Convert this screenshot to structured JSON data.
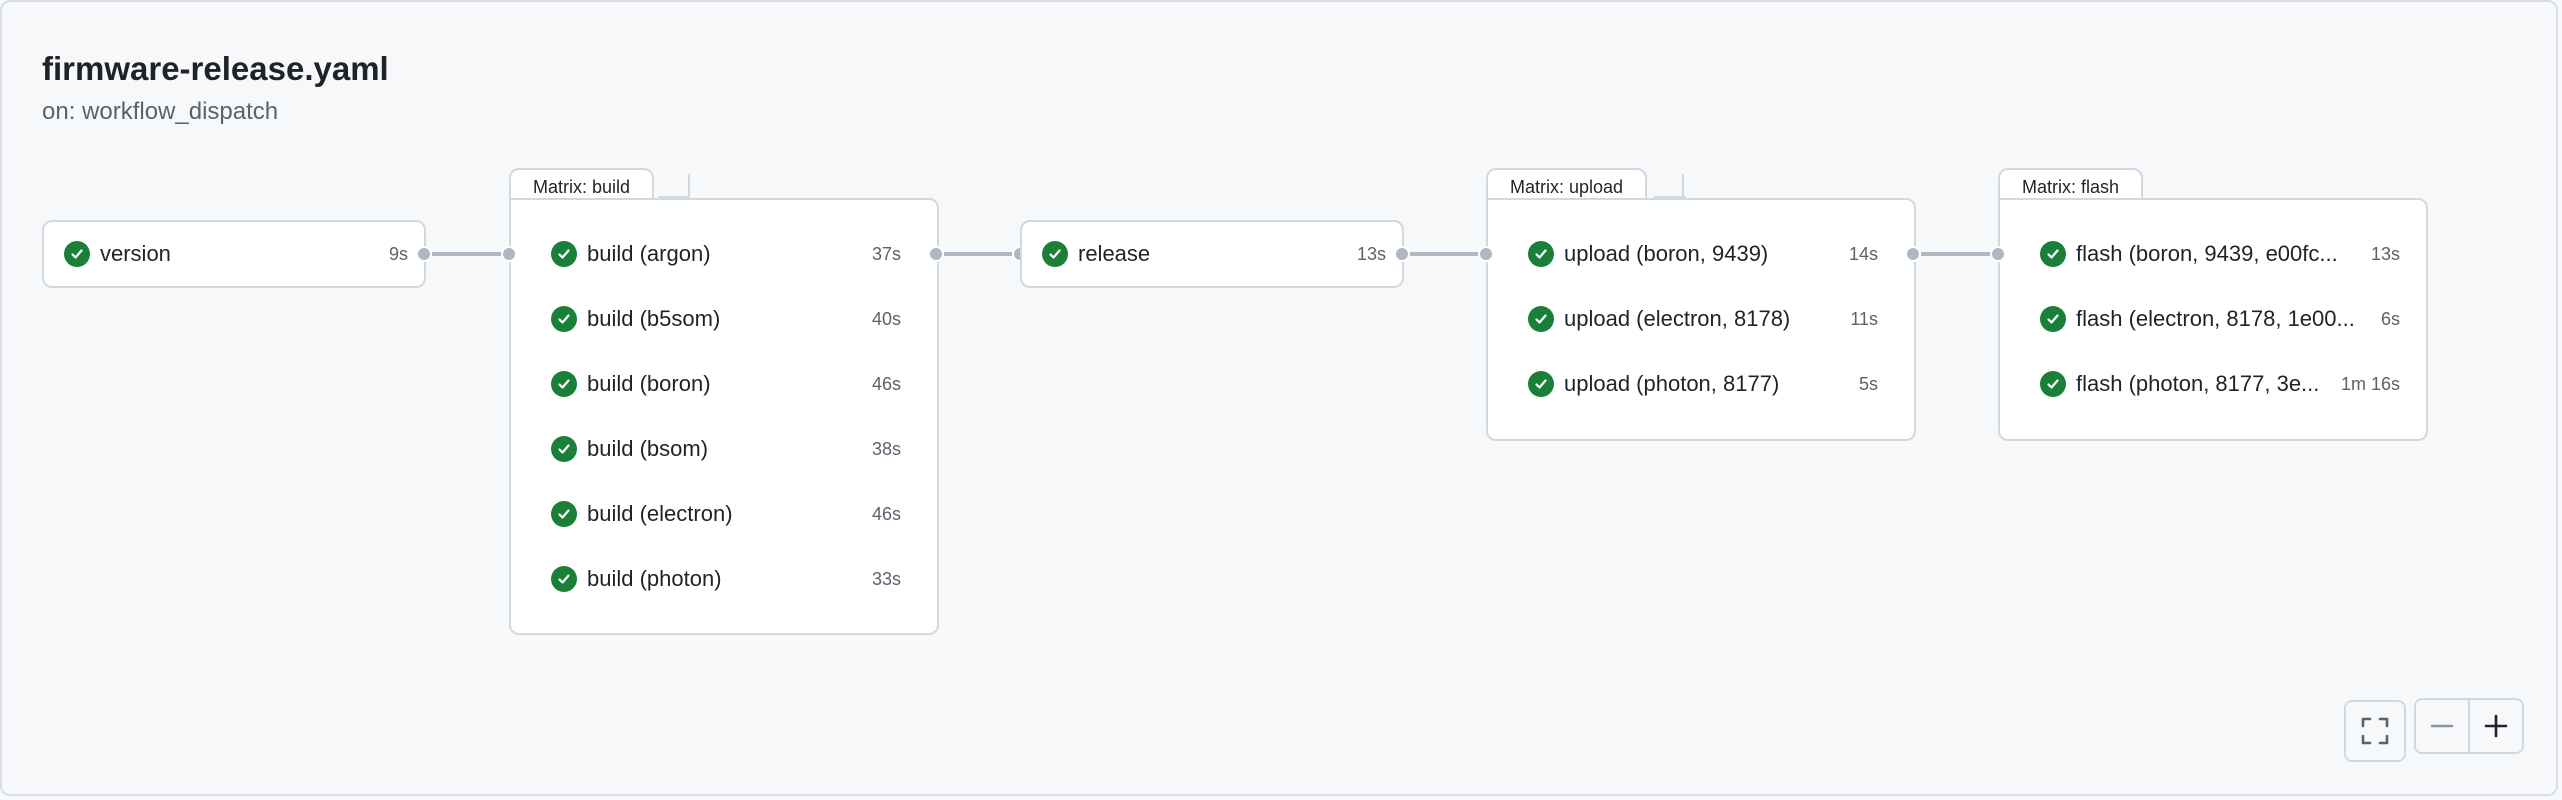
{
  "workflow": {
    "title": "firmware-release.yaml",
    "subtitle": "on: workflow_dispatch"
  },
  "jobs": {
    "version": {
      "name": "version",
      "time": "9s",
      "status": "success"
    },
    "release": {
      "name": "release",
      "time": "13s",
      "status": "success"
    }
  },
  "matrix_build": {
    "label": "Matrix: build",
    "jobs": [
      {
        "name": "build (argon)",
        "time": "37s",
        "status": "success"
      },
      {
        "name": "build (b5som)",
        "time": "40s",
        "status": "success"
      },
      {
        "name": "build (boron)",
        "time": "46s",
        "status": "success"
      },
      {
        "name": "build (bsom)",
        "time": "38s",
        "status": "success"
      },
      {
        "name": "build (electron)",
        "time": "46s",
        "status": "success"
      },
      {
        "name": "build (photon)",
        "time": "33s",
        "status": "success"
      }
    ]
  },
  "matrix_upload": {
    "label": "Matrix: upload",
    "jobs": [
      {
        "name": "upload (boron, 9439)",
        "time": "14s",
        "status": "success"
      },
      {
        "name": "upload (electron, 8178)",
        "time": "11s",
        "status": "success"
      },
      {
        "name": "upload (photon, 8177)",
        "time": "5s",
        "status": "success"
      }
    ]
  },
  "matrix_flash": {
    "label": "Matrix: flash",
    "jobs": [
      {
        "name": "flash (boron, 9439, e00fc...",
        "time": "13s",
        "status": "success"
      },
      {
        "name": "flash (electron, 8178, 1e00...",
        "time": "6s",
        "status": "success"
      },
      {
        "name": "flash (photon, 8177, 3e...",
        "time": "1m 16s",
        "status": "success"
      }
    ]
  },
  "controls": {
    "fullscreen_icon": "fullscreen-icon",
    "zoom_out_icon": "minus-icon",
    "zoom_in_icon": "plus-icon"
  },
  "colors": {
    "success": "#1a7f37",
    "connector": "#afb8c1",
    "border": "#d1d9e0",
    "background": "#f6f8fa"
  }
}
